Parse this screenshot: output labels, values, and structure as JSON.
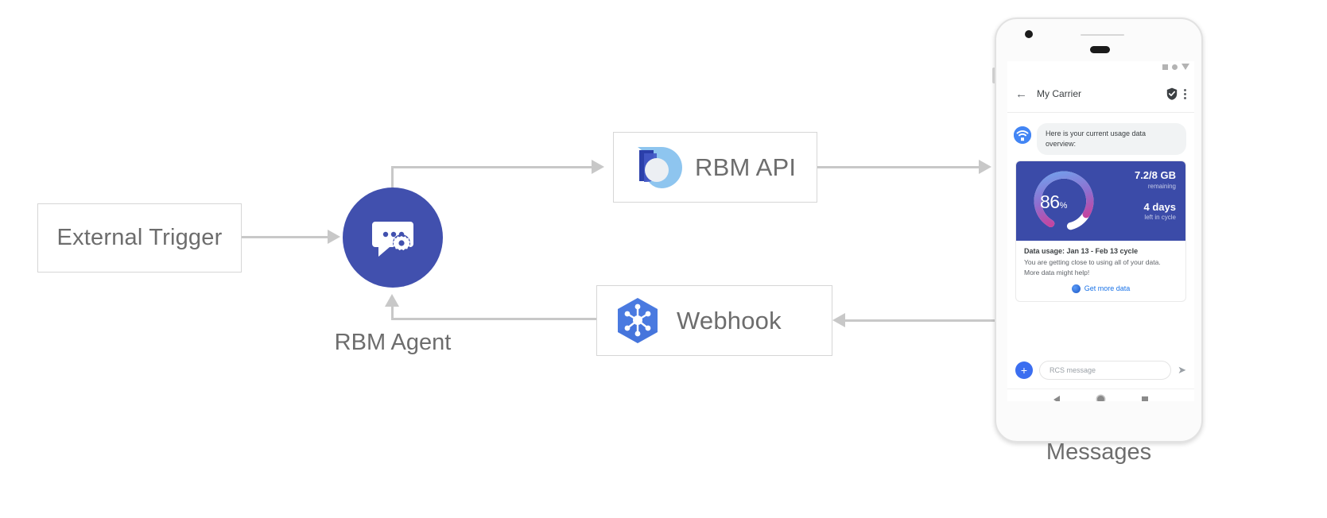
{
  "diagram": {
    "title": "RBM Agent architecture flow",
    "nodes": {
      "external_trigger": {
        "label": "External Trigger"
      },
      "rbm_agent": {
        "label": "RBM Agent",
        "icon": "chat-gear-icon",
        "color": "#4150ae"
      },
      "rbm_api": {
        "label": "RBM API",
        "icon": "rbm-api-logo-icon"
      },
      "webhook": {
        "label": "Webhook",
        "icon": "webhook-hexagon-icon",
        "color": "#4a7ae0"
      },
      "messages": {
        "label": "Messages"
      }
    },
    "connectors": [
      {
        "from": "external-trigger",
        "to": "rbm-agent",
        "direction": "right"
      },
      {
        "from": "rbm-agent",
        "to": "rbm-api",
        "direction": "right"
      },
      {
        "from": "rbm-api",
        "to": "messages-phone",
        "direction": "right"
      },
      {
        "from": "messages-phone",
        "to": "webhook",
        "direction": "left"
      },
      {
        "from": "webhook",
        "to": "rbm-agent",
        "direction": "up"
      }
    ]
  },
  "phone": {
    "status_icons": [
      "square-icon",
      "circle-icon",
      "triangle-down-icon"
    ],
    "app_bar": {
      "back_icon": "back-arrow-icon",
      "title": "My Carrier",
      "verified_icon": "verified-shield-icon",
      "menu_icon": "kebab-menu-icon"
    },
    "chat": {
      "avatar_icon": "wifi-avatar-icon",
      "message_text": "Here is your current usage data overview:",
      "card": {
        "gauge_value": "86",
        "gauge_percent_symbol": "%",
        "gauge_fill_pct": 86,
        "data_amount": "7.2/8 GB",
        "data_amount_caption": "remaining",
        "days_left": "4 days",
        "days_left_caption": "left in cycle",
        "title": "Data usage: Jan 13 - Feb 13 cycle",
        "description": "You are getting close to using all of your data. More data might help!",
        "action_icon": "globe-icon",
        "action_label": "Get more data",
        "hero_bg": "#3b4ba8",
        "action_color": "#1a73e8"
      }
    },
    "composer": {
      "add_icon": "plus-icon",
      "placeholder": "RCS message",
      "send_icon": "send-icon"
    },
    "nav_bar": {
      "back_icon": "nav-back-icon",
      "home_icon": "nav-home-icon",
      "recents_icon": "nav-recents-icon"
    }
  }
}
